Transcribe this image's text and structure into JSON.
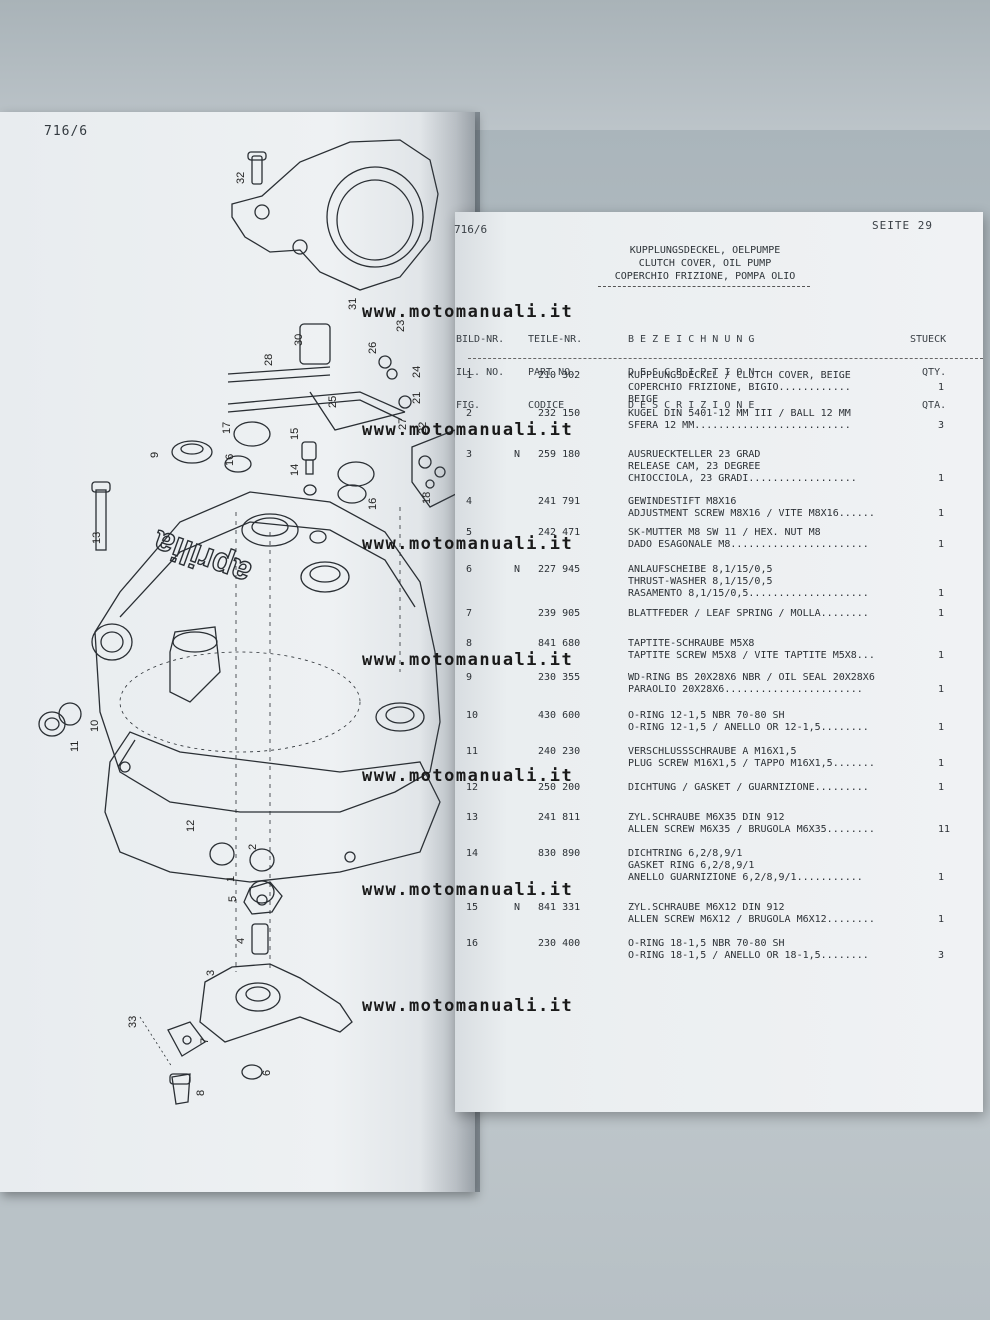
{
  "left_page": {
    "figure_id": "716/6",
    "callouts": [
      "32",
      "31",
      "30",
      "23",
      "26",
      "28",
      "24",
      "21",
      "25",
      "22",
      "27",
      "17",
      "15",
      "9",
      "16",
      "14",
      "16",
      "18",
      "13",
      "aprilia",
      "11",
      "10",
      "12",
      "2",
      "1",
      "5",
      "4",
      "3",
      "33",
      "7",
      "8",
      "6"
    ]
  },
  "right_page": {
    "figure_id": "716/6",
    "page_label": "SEITE  29",
    "title_lines": [
      "KUPPLUNGSDECKEL, OELPUMPE",
      "CLUTCH COVER, OIL PUMP",
      "COPERCHIO FRIZIONE, POMPA OLIO"
    ],
    "col_fig": [
      "BILD-NR.",
      "ILL. NO.",
      "FIG."
    ],
    "col_part": [
      "TEILE-NR.",
      "PART NO.",
      "CODICE"
    ],
    "col_desc": [
      "B E Z E I C H N U N G",
      "D E S C R I P T I O N",
      "D E S C R I Z I O N E"
    ],
    "col_qty": [
      "STUECK",
      "QTY.",
      "QTA."
    ],
    "rows": [
      {
        "pos": "1",
        "mark": "",
        "part": "210 302",
        "lines": [
          "KUPPLUNGSDECKEL / CLUTCH COVER, BEIGE",
          "COPERCHIO FRIZIONE, BIGIO............",
          "BEIGE"
        ],
        "qty": "1",
        "qty_line": 1
      },
      {
        "pos": "2",
        "mark": "",
        "part": "232 150",
        "lines": [
          "KUGEL DIN 5401-12 MM III / BALL 12 MM",
          "SFERA 12 MM.........................."
        ],
        "qty": "3",
        "qty_line": 1
      },
      {
        "pos": "3",
        "mark": "N",
        "part": "259 180",
        "lines": [
          "AUSRUECKTELLER 23 GRAD",
          "RELEASE CAM, 23 DEGREE",
          "CHIOCCIOLA, 23 GRADI.................."
        ],
        "qty": "1",
        "qty_line": 2
      },
      {
        "pos": "4",
        "mark": "",
        "part": "241 791",
        "lines": [
          "GEWINDESTIFT M8X16",
          "ADJUSTMENT SCREW M8X16 / VITE M8X16......"
        ],
        "qty": "1",
        "qty_line": 1
      },
      {
        "pos": "5",
        "mark": "",
        "part": "242 471",
        "lines": [
          "SK-MUTTER M8 SW 11 / HEX. NUT M8",
          "DADO ESAGONALE M8......................."
        ],
        "qty": "1",
        "qty_line": 1
      },
      {
        "pos": "6",
        "mark": "N",
        "part": "227 945",
        "lines": [
          "ANLAUFSCHEIBE 8,1/15/0,5",
          "THRUST-WASHER 8,1/15/0,5",
          "RASAMENTO 8,1/15/0,5...................."
        ],
        "qty": "1",
        "qty_line": 2
      },
      {
        "pos": "7",
        "mark": "",
        "part": "239 905",
        "lines": [
          "BLATTFEDER / LEAF SPRING / MOLLA........"
        ],
        "qty": "1",
        "qty_line": 0
      },
      {
        "pos": "8",
        "mark": "",
        "part": "841 680",
        "lines": [
          "TAPTITE-SCHRAUBE M5X8",
          "TAPTITE SCREW M5X8 / VITE TAPTITE M5X8..."
        ],
        "qty": "1",
        "qty_line": 1
      },
      {
        "pos": "9",
        "mark": "",
        "part": "230 355",
        "lines": [
          "WD-RING BS 20X28X6 NBR / OIL SEAL 20X28X6",
          "PARAOLIO 20X28X6......................."
        ],
        "qty": "1",
        "qty_line": 1
      },
      {
        "pos": "10",
        "mark": "",
        "part": "430 600",
        "lines": [
          "O-RING 12-1,5 NBR 70-80 SH",
          "O-RING 12-1,5 / ANELLO OR 12-1,5........"
        ],
        "qty": "1",
        "qty_line": 1
      },
      {
        "pos": "11",
        "mark": "",
        "part": "240 230",
        "lines": [
          "VERSCHLUSSSCHRAUBE A M16X1,5",
          "PLUG SCREW M16X1,5 / TAPPO M16X1,5......."
        ],
        "qty": "1",
        "qty_line": 1
      },
      {
        "pos": "12",
        "mark": "",
        "part": "250 200",
        "lines": [
          "DICHTUNG / GASKET / GUARNIZIONE........."
        ],
        "qty": "1",
        "qty_line": 0
      },
      {
        "pos": "13",
        "mark": "",
        "part": "241 811",
        "lines": [
          "ZYL.SCHRAUBE M6X35 DIN 912",
          "ALLEN SCREW M6X35 / BRUGOLA M6X35........"
        ],
        "qty": "11",
        "qty_line": 1
      },
      {
        "pos": "14",
        "mark": "",
        "part": "830 890",
        "lines": [
          "DICHTRING 6,2/8,9/1",
          "GASKET RING 6,2/8,9/1",
          "ANELLO GUARNIZIONE 6,2/8,9/1..........."
        ],
        "qty": "1",
        "qty_line": 2
      },
      {
        "pos": "15",
        "mark": "N",
        "part": "841 331",
        "lines": [
          "ZYL.SCHRAUBE M6X12 DIN 912",
          "ALLEN SCREW M6X12 / BRUGOLA M6X12........"
        ],
        "qty": "1",
        "qty_line": 1
      },
      {
        "pos": "16",
        "mark": "",
        "part": "230 400",
        "lines": [
          "O-RING 18-1,5 NBR 70-80 SH",
          "O-RING 18-1,5 / ANELLO OR 18-1,5........"
        ],
        "qty": "3",
        "qty_line": 1
      }
    ]
  },
  "watermark": {
    "text": "www.motomanuali.it",
    "count": 7
  }
}
